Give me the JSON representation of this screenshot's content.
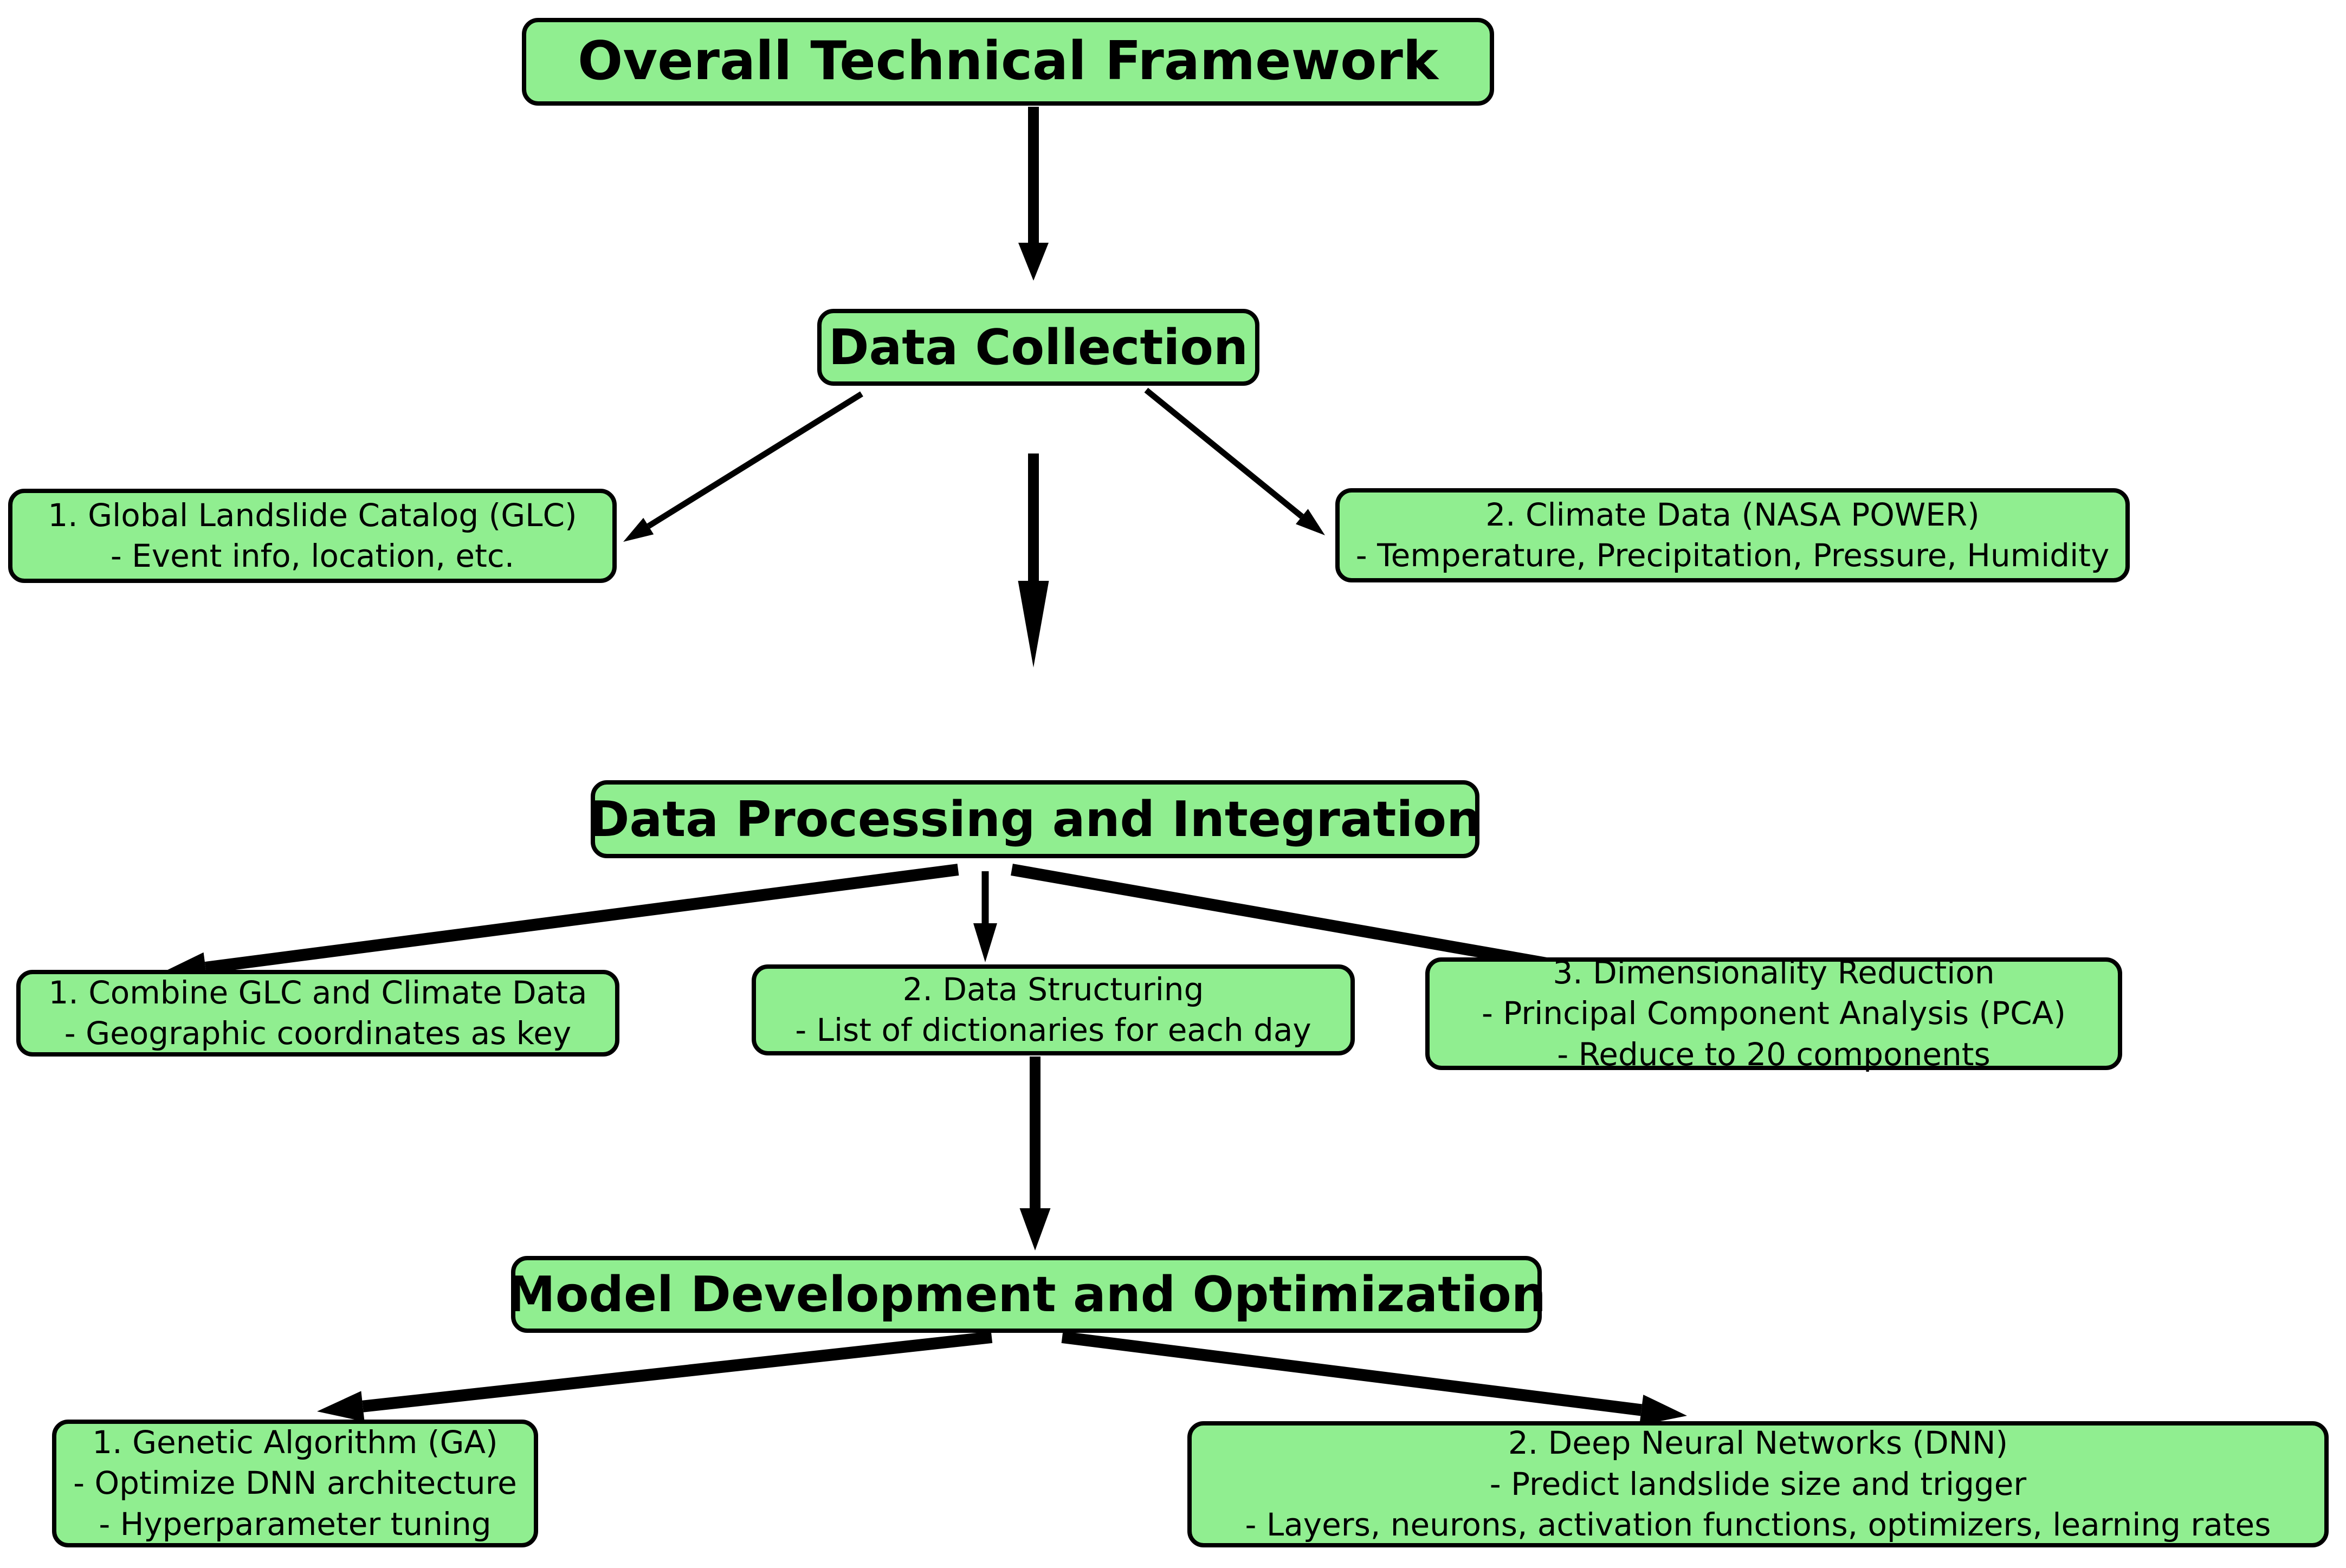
{
  "diagram": {
    "colors": {
      "box_fill": "#90EE90",
      "box_border": "#000000",
      "arrow": "#000000",
      "background": "#FFFFFF"
    },
    "nodes": {
      "title": {
        "lines": [
          "Overall Technical Framework"
        ]
      },
      "collection": {
        "lines": [
          "Data Collection"
        ]
      },
      "glc": {
        "lines": [
          "1. Global Landslide Catalog (GLC)",
          "- Event info, location, etc."
        ]
      },
      "climate": {
        "lines": [
          "2. Climate Data (NASA POWER)",
          "- Temperature, Precipitation, Pressure, Humidity"
        ]
      },
      "processing": {
        "lines": [
          "Data Processing and Integration"
        ]
      },
      "combine": {
        "lines": [
          "1. Combine GLC and Climate Data",
          "- Geographic coordinates as key"
        ]
      },
      "structuring": {
        "lines": [
          "2. Data Structuring",
          "- List of dictionaries for each day"
        ]
      },
      "dimred": {
        "lines": [
          "3. Dimensionality Reduction",
          "- Principal Component Analysis (PCA)",
          "- Reduce to 20 components"
        ]
      },
      "model": {
        "lines": [
          "Model Development and Optimization"
        ]
      },
      "ga": {
        "lines": [
          "1. Genetic Algorithm (GA)",
          "- Optimize DNN architecture",
          "- Hyperparameter tuning"
        ]
      },
      "dnn": {
        "lines": [
          "2. Deep Neural Networks (DNN)",
          "- Predict landslide size and trigger",
          "- Layers, neurons, activation functions, optimizers, learning rates"
        ]
      }
    },
    "edges": [
      {
        "from": "title",
        "to": "collection"
      },
      {
        "from": "collection",
        "to": "glc"
      },
      {
        "from": "collection",
        "to": "climate"
      },
      {
        "from": "collection",
        "to": "processing"
      },
      {
        "from": "processing",
        "to": "combine"
      },
      {
        "from": "processing",
        "to": "structuring"
      },
      {
        "from": "processing",
        "to": "dimred"
      },
      {
        "from": "structuring",
        "to": "model"
      },
      {
        "from": "model",
        "to": "ga"
      },
      {
        "from": "model",
        "to": "dnn"
      }
    ]
  }
}
